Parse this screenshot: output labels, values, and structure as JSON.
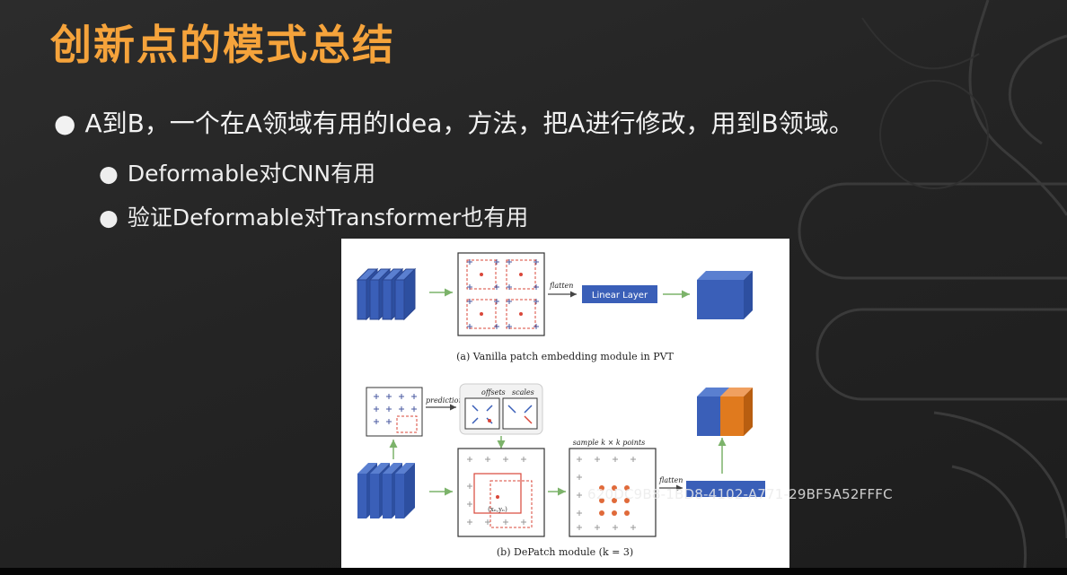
{
  "slide": {
    "title": "创新点的模式总结",
    "bullet_main": "A到B，一个在A领域有用的Idea，方法，把A进行修改，用到B领域。",
    "bullet_subs": [
      "Deformable对CNN有用",
      "验证Deformable对Transformer也有用"
    ],
    "bullet_symbol": "●"
  },
  "figure": {
    "caption_a": "(a) Vanilla patch embedding module in PVT",
    "caption_b": "(b) DePatch module (k = 3)",
    "label_flatten": "flatten",
    "label_linear_layer": "Linear Layer",
    "label_prediction": "prediction",
    "label_offsets": "offsets",
    "label_scales": "scales",
    "label_sample": "sample k × k points",
    "label_xy": "(xₙ,yₙ)",
    "label_flatten_b": "flatten"
  },
  "watermark": "620DC9B8-1BD8-4102-A771-29BF5A52FFFC",
  "colors": {
    "title": "#f5a33b",
    "text": "#f2f2f2",
    "cube_blue": "#3a5fb8",
    "cube_orange": "#e07a1e",
    "arrow_green": "#7cb36a",
    "dashed_red": "#d9473a"
  }
}
